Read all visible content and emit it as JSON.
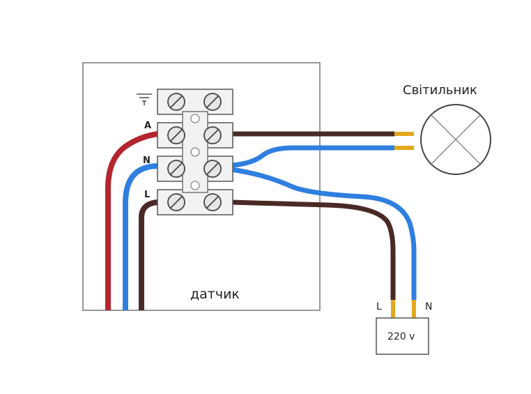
{
  "labels": {
    "lamp": "Світильник",
    "sensor": "датчик",
    "supply": "220 v",
    "terminal_a": "A",
    "terminal_n": "N",
    "terminal_l": "L",
    "supply_l": "L",
    "supply_n": "N"
  },
  "icons": {
    "ground": "ground-symbol-icon",
    "lamp": "lamp-cross-circle-icon",
    "screw": "screw-head-icon"
  },
  "colors": {
    "phase_red": "#b3252f",
    "neutral_blue": "#2f7fe0",
    "line_brown": "#4a2a26",
    "contact_yellow": "#e3a81d",
    "outline": "#666666"
  }
}
